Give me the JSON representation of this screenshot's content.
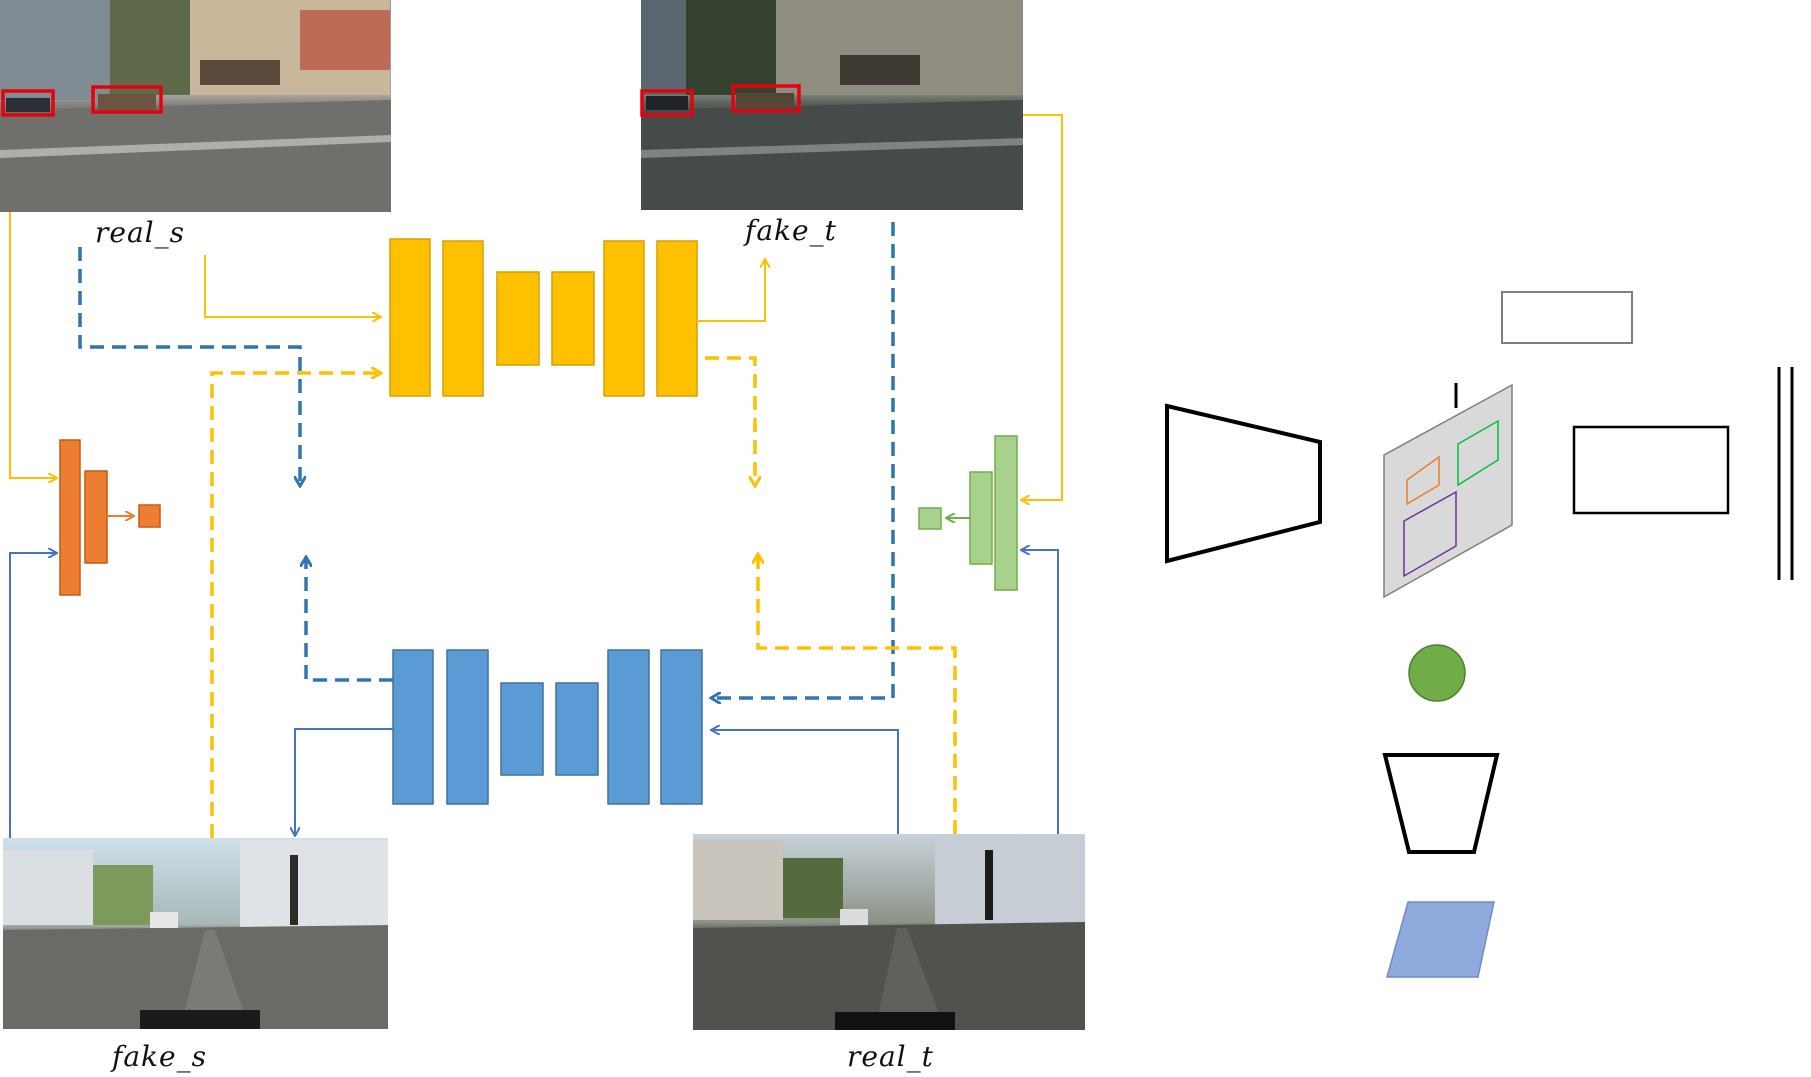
{
  "colors": {
    "generator_s2t": "#FFC000",
    "generator_t2s": "#5B9BD5",
    "discriminator_s": "#ED7D31",
    "discriminator_t": "#A9D18E",
    "source_arrow": "#FFC000",
    "target_arrow": "#4472C4",
    "dashed_blue": "#2E75B6",
    "bbox_red": "#E8000B",
    "legend_circle": "#70AD47",
    "legend_parallelogram": "#8FAADC",
    "legend_plane": "#D9D9D9"
  },
  "images": {
    "real_s": {
      "label": "real_s",
      "scene": "synthetic-street-scene"
    },
    "fake_t": {
      "label": "fake_t",
      "scene": "translated-street-scene"
    },
    "fake_s": {
      "label": "fake_s",
      "scene": "translated-city-street"
    },
    "real_t": {
      "label": "real_t",
      "scene": "real-city-street"
    }
  },
  "legend": {
    "items": [
      "rectangle-outline",
      "encoder-trapezoid",
      "detection-plane",
      "large-rectangle",
      "double-line",
      "green-circle",
      "decoder-trapezoid",
      "blue-parallelogram"
    ]
  }
}
